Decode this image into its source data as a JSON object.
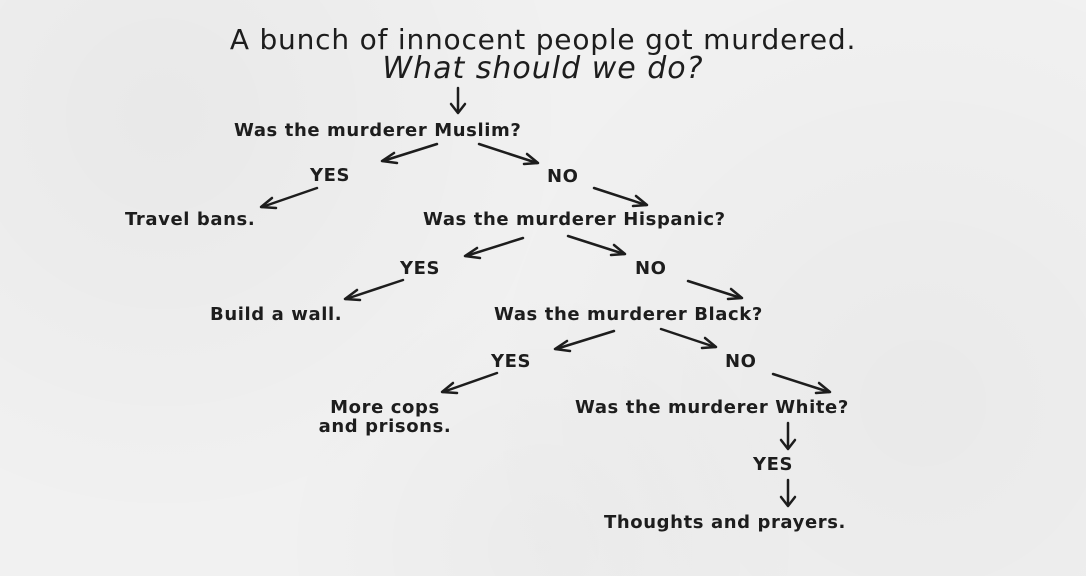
{
  "title": {
    "line1": "A bunch of innocent people got murdered.",
    "line2": "What should we do?"
  },
  "questions": {
    "q1": "Was the murderer Muslim?",
    "q2": "Was the murderer Hispanic?",
    "q3": "Was the murderer Black?",
    "q4": "Was the murderer White?"
  },
  "labels": {
    "yes1": "YES",
    "no1": "NO",
    "yes2": "YES",
    "no2": "NO",
    "yes3": "YES",
    "no3": "NO",
    "yes4": "YES"
  },
  "outcomes": {
    "muslim": "Travel bans.",
    "hispanic": "Build a wall.",
    "black": "More cops\nand prisons.",
    "white": "Thoughts and prayers."
  }
}
